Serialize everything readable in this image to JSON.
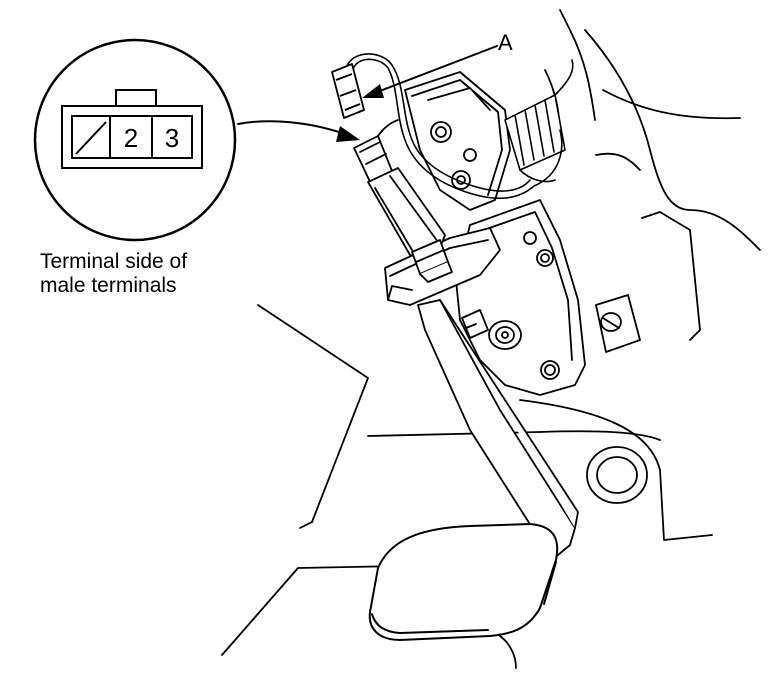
{
  "callout_label": "A",
  "connector": {
    "pin_labels": [
      "2",
      "3"
    ],
    "caption_lines": [
      "Terminal side of",
      "male terminals"
    ]
  },
  "colors": {
    "line": "#000000",
    "background": "#ffffff"
  }
}
